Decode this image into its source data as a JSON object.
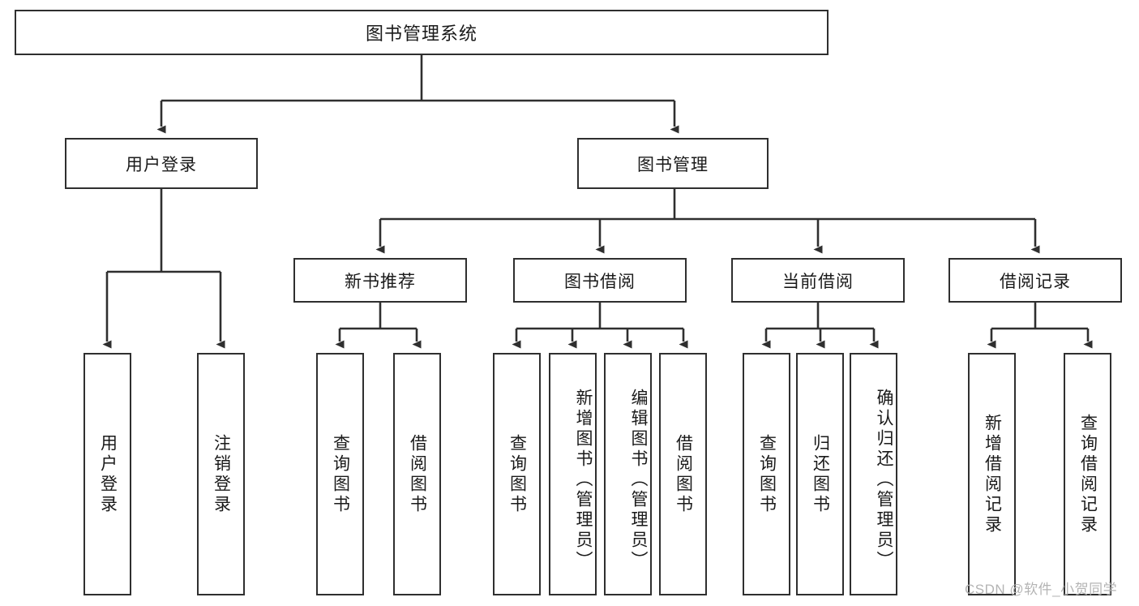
{
  "diagram": {
    "type": "tree",
    "title": "图书管理系统",
    "root": {
      "label": "图书管理系统"
    },
    "level1": [
      {
        "label": "用户登录"
      },
      {
        "label": "图书管理"
      }
    ],
    "level2": [
      {
        "label": "新书推荐"
      },
      {
        "label": "图书借阅"
      },
      {
        "label": "当前借阅"
      },
      {
        "label": "借阅记录"
      }
    ],
    "leaves": {
      "user_login": [
        {
          "label": "用户登录"
        },
        {
          "label": "注销登录"
        }
      ],
      "new_book_recommend": [
        {
          "label": "查询图书"
        },
        {
          "label": "借阅图书"
        }
      ],
      "book_borrow": [
        {
          "label": "查询图书"
        },
        {
          "label": "新增图书（管理员）"
        },
        {
          "label": "编辑图书（管理员）"
        },
        {
          "label": "借阅图书"
        }
      ],
      "current_borrow": [
        {
          "label": "查询图书"
        },
        {
          "label": "归还图书"
        },
        {
          "label": "确认归还（管理员）"
        }
      ],
      "borrow_record": [
        {
          "label": "新增借阅记录"
        },
        {
          "label": "查询借阅记录"
        }
      ]
    },
    "colors": {
      "stroke": "#2f2f2f",
      "fill": "#ffffff",
      "text": "#1a1a1a",
      "watermark": "#b4b4b4"
    }
  },
  "watermark": {
    "text": "CSDN @软件_小贺同学"
  }
}
